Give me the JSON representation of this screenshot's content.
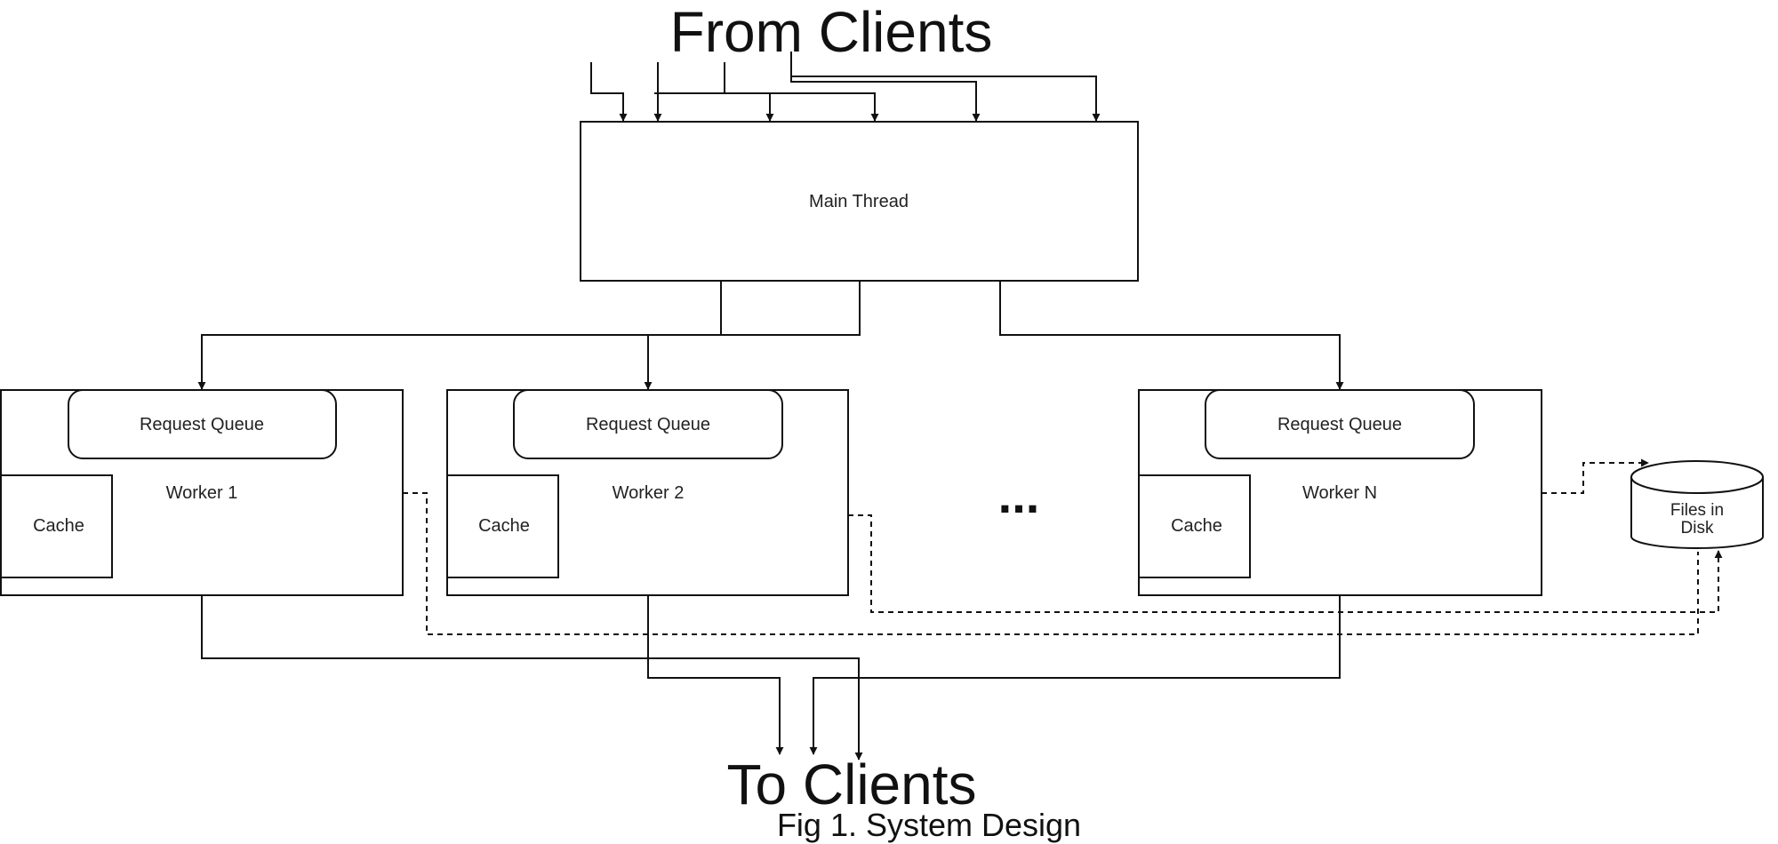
{
  "diagram": {
    "top_label": "From Clients",
    "bottom_label": "To Clients",
    "caption": "Fig 1. System Design",
    "main_thread": "Main Thread",
    "ellipsis": "...",
    "storage": {
      "line1": "Files in",
      "line2": "Disk"
    },
    "workers": [
      {
        "name": "Worker 1",
        "queue": "Request Queue",
        "cache": "Cache"
      },
      {
        "name": "Worker 2",
        "queue": "Request Queue",
        "cache": "Cache"
      },
      {
        "name": "Worker N",
        "queue": "Request Queue",
        "cache": "Cache"
      }
    ]
  }
}
